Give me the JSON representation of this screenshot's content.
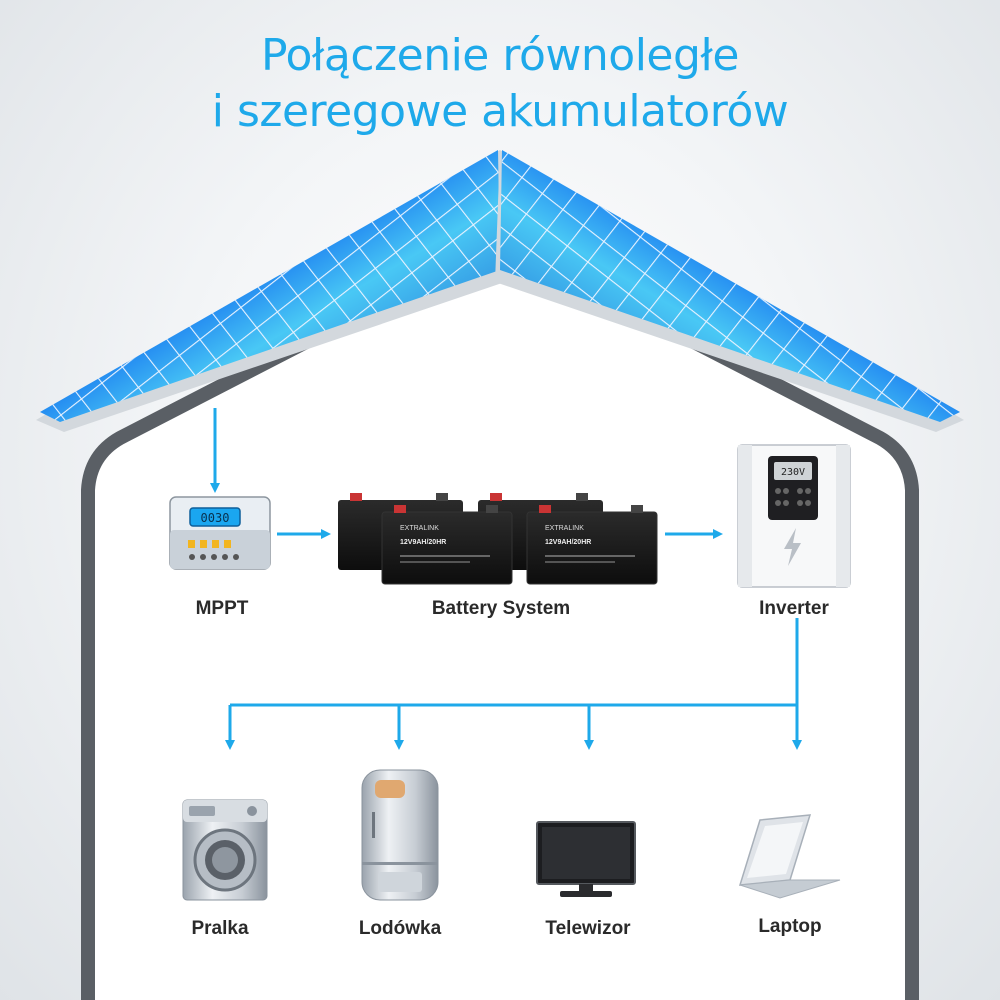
{
  "title": {
    "line1": "Połączenie równoległe",
    "line2": "i szeregowe akumulatorów"
  },
  "components": {
    "mppt": {
      "label": "MPPT",
      "display": "0030"
    },
    "battery_system": {
      "label": "Battery System",
      "brand": "EXTRALINK",
      "model": "12V9AH/20HR"
    },
    "inverter": {
      "label": "Inverter",
      "display": "230V"
    }
  },
  "appliances": [
    {
      "label": "Pralka"
    },
    {
      "label": "Lodówka"
    },
    {
      "label": "Telewizor"
    },
    {
      "label": "Laptop"
    }
  ],
  "colors": {
    "accent": "#1ea9ea",
    "panel_blue": "#1560d8",
    "house_outline": "#5a5f65"
  }
}
